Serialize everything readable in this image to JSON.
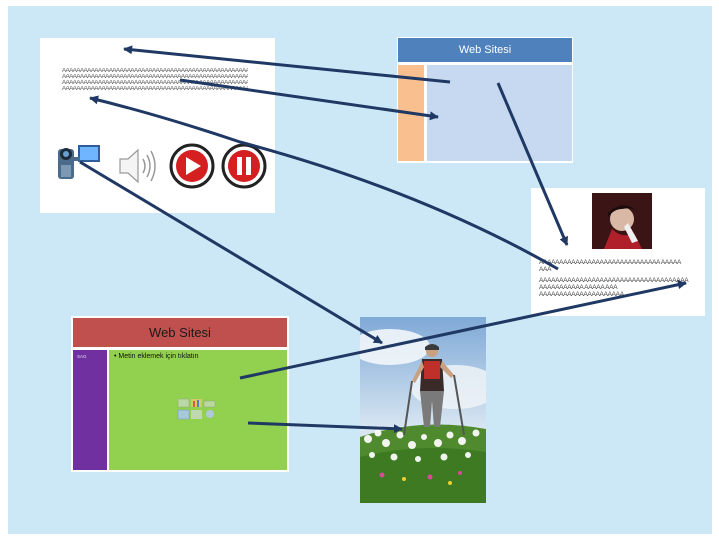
{
  "slides": {
    "media": {
      "text_lines": [
        "AAAAAAAAAAAAAAAAAAAAAAAAAAAAAAAAAAAAAAAAAAAAAAAAAAAAAA",
        "AAAAAAAAAAAAAAAAAAAAAAAAAAAAAAAAAAAAAAAAAAAAAAAAAAAAAA",
        "AAAAAAAAAAAAAAAAAAAAAAAAAAAAAAAAAAAAAAAAAAAAAAAAAAAAAA",
        "AAAAAAAAAAAAAAAAAAAAAAAAAAAAAAAAAAAAAAAAAAAAAAAAAAAAAA"
      ]
    },
    "layout_blue": {
      "title": "Web Sitesi"
    },
    "image_text": {
      "text_lines": [
        "AAAAAAAAAAAAAAAAAAAAAAAAAAAAAA AAAAA",
        "AAA",
        "AAAAAAAAAAAAAAAAAAAAAAAAAAAAAAAAAAAAA",
        "AAAAAAAAAAA AAAAA AAA",
        "AAAAAAAAAAAAAAAAAAAAA"
      ]
    },
    "layout_red": {
      "title": "Web Sitesi",
      "side_label": "SAG",
      "bullet": "Metin eklemek için tıklatın"
    }
  },
  "colors": {
    "background": "#cce8f6",
    "arrow": "#1f3864",
    "blue_header": "#4f81bd",
    "blue_body": "#c6d9f1",
    "orange_side": "#f9bf8f",
    "red_header": "#c0504d",
    "purple_side": "#7030a0",
    "green_body": "#92d050"
  },
  "icons": [
    "camcorder-icon",
    "speaker-icon",
    "play-icon",
    "pause-icon",
    "content-placeholder-icon"
  ]
}
